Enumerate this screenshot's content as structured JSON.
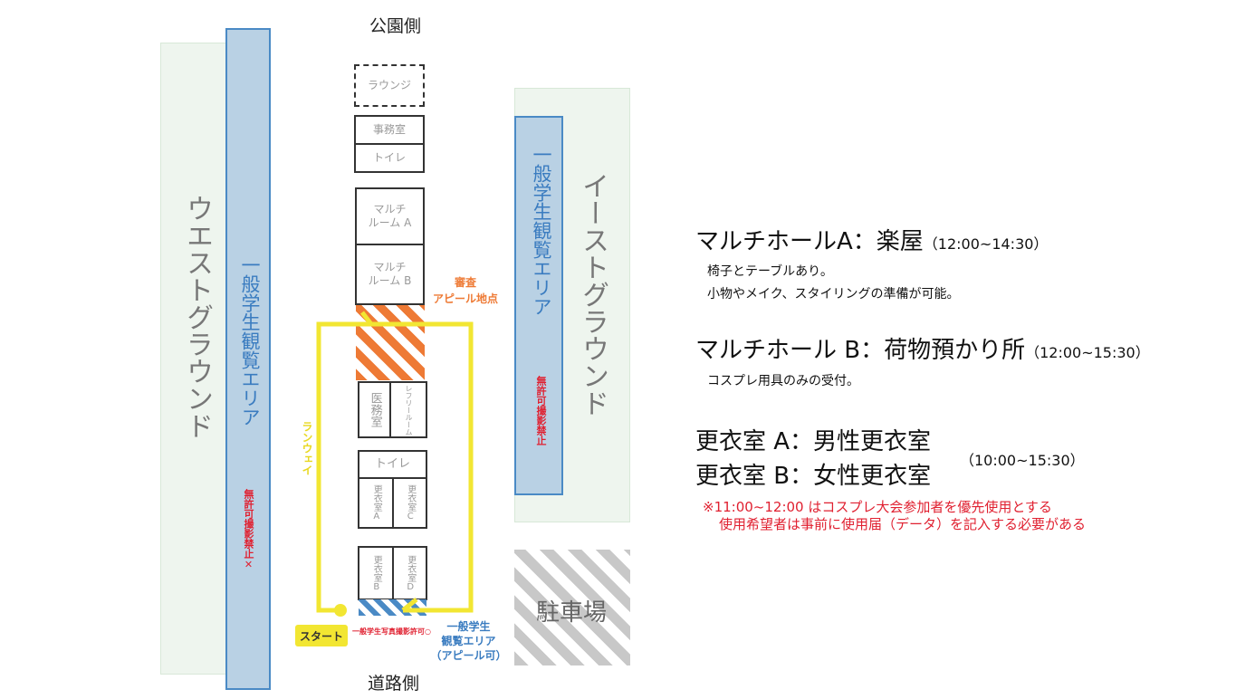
{
  "map": {
    "top_label": "公園側",
    "bottom_label": "道路側",
    "west_ground": "ウエストグラウンド",
    "east_ground": "イーストグラウンド",
    "parking": "駐車場",
    "spectator_area": "一般学生観覧エリア",
    "no_photo": "無許可撮影禁止",
    "no_photo_mark": "✕",
    "rooms": {
      "lounge": "ラウンジ",
      "office": "事務室",
      "toilet1": "トイレ",
      "multi_a": "マルチ\nルーム A",
      "multi_b": "マルチ\nルーム B",
      "medical": "医務室",
      "referee": "レフリールーム",
      "toilet2": "トイレ",
      "dress_a": "更衣室A",
      "dress_c": "更衣室C",
      "dress_b": "更衣室B",
      "dress_d": "更衣室D"
    },
    "judging": [
      "審査",
      "アピール地点"
    ],
    "runway": "ランウェイ",
    "start": "スタート",
    "photo_ok": "一般学生写真撮影許可○",
    "student_area": [
      "一般学生",
      "観覧エリア",
      "（アピール可）"
    ],
    "colors": {
      "blue": "#4a8ac5",
      "orange": "#ee7a35",
      "yellow": "#f2e632",
      "red": "#e02030"
    }
  },
  "info": {
    "hall_a": {
      "title": "マルチホールA：楽屋",
      "time": "（12:00~14:30）",
      "desc": [
        "椅子とテーブルあり。",
        "小物やメイク、スタイリングの準備が可能。"
      ]
    },
    "hall_b": {
      "title": "マルチホール B：荷物預かり所",
      "time": "（12:00~15:30）",
      "desc": [
        "コスプレ用具のみの受付。"
      ]
    },
    "dressing": {
      "line_a": "更衣室 A：男性更衣室",
      "line_b": "更衣室 B：女性更衣室",
      "time": "（10:00~15:30）"
    },
    "note": [
      "※11:00~12:00 はコスプレ大会参加者を優先使用とする",
      "使用希望者は事前に使用届（データ）を記入する必要がある"
    ]
  }
}
